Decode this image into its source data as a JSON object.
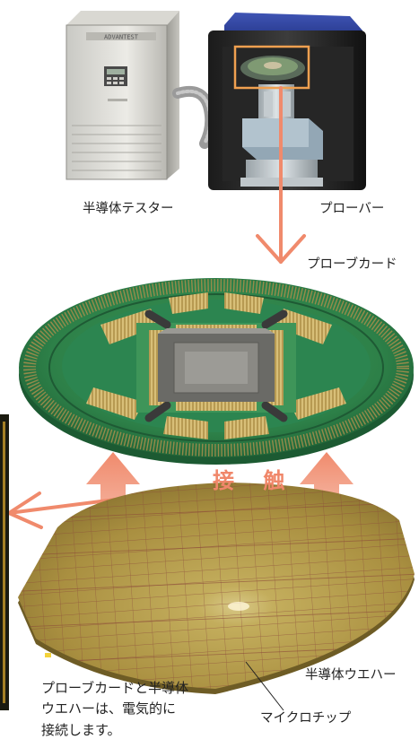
{
  "labels": {
    "tester": "半導体テスター",
    "prober": "プローバー",
    "probe_card": "プローブカード",
    "contact": "接 触",
    "wafer": "半導体ウエハー",
    "microchip": "マイクロチップ",
    "note": [
      "プローブカードと半導体",
      "ウエハーは、電気的に",
      "接続します。"
    ]
  },
  "tester_panel_text": "ADVANTEST",
  "colors": {
    "arrow": "#f08a6c",
    "board_green": "#2f8a4c",
    "wafer_gold": "#b49a4a",
    "prober_blue": "#2b3f9a"
  }
}
